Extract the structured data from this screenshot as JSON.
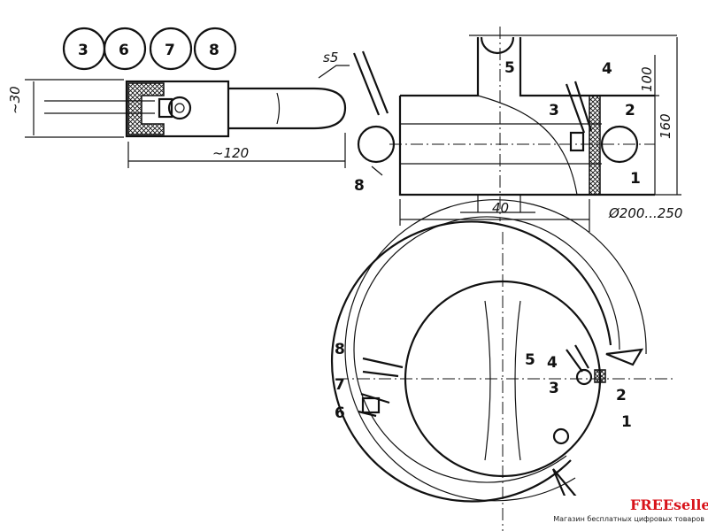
{
  "detail_numbers": [
    "3",
    "6",
    "7",
    "8"
  ],
  "side_view": {
    "height_dim": "~30",
    "length_dim": "~120",
    "thickness_label": "s5"
  },
  "front_view": {
    "labels": {
      "part5": "5",
      "part4": "4",
      "part3": "3",
      "part2": "2",
      "part1": "1",
      "part8": "8"
    },
    "dims": {
      "top": "100",
      "height": "160",
      "width": "40",
      "diameter": "Ø200...250"
    }
  },
  "plan_view": {
    "labels": {
      "part8": "8",
      "part7": "7",
      "part6": "6",
      "part5": "5",
      "part4": "4",
      "part3": "3",
      "part2": "2",
      "part1": "1"
    }
  },
  "watermark": {
    "brand": "FREEseller.RU",
    "tagline": "Магазин бесплатных цифровых товаров"
  }
}
